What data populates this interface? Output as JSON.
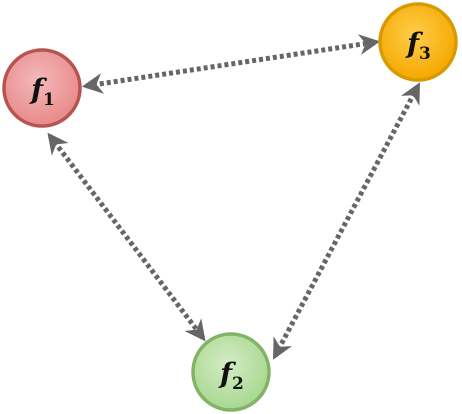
{
  "nodes": [
    {
      "id": "f1",
      "base": "f",
      "sub": "1",
      "fill": "#e88a8a",
      "fill_light": "#f4b9b9",
      "stroke": "#b85450"
    },
    {
      "id": "f2",
      "base": "f",
      "sub": "2",
      "fill": "#a8d88f",
      "fill_light": "#d4ecc6",
      "stroke": "#82b366"
    },
    {
      "id": "f3",
      "base": "f",
      "sub": "3",
      "fill": "#f5a800",
      "fill_light": "#ffcd4a",
      "stroke": "#d79b00"
    }
  ],
  "edges": [
    {
      "from": "f1",
      "to": "f3",
      "bidirectional": true,
      "style": "dotted",
      "color": "#666666"
    },
    {
      "from": "f1",
      "to": "f2",
      "bidirectional": true,
      "style": "dotted",
      "color": "#666666"
    },
    {
      "from": "f2",
      "to": "f3",
      "bidirectional": true,
      "style": "dotted",
      "color": "#666666"
    }
  ]
}
